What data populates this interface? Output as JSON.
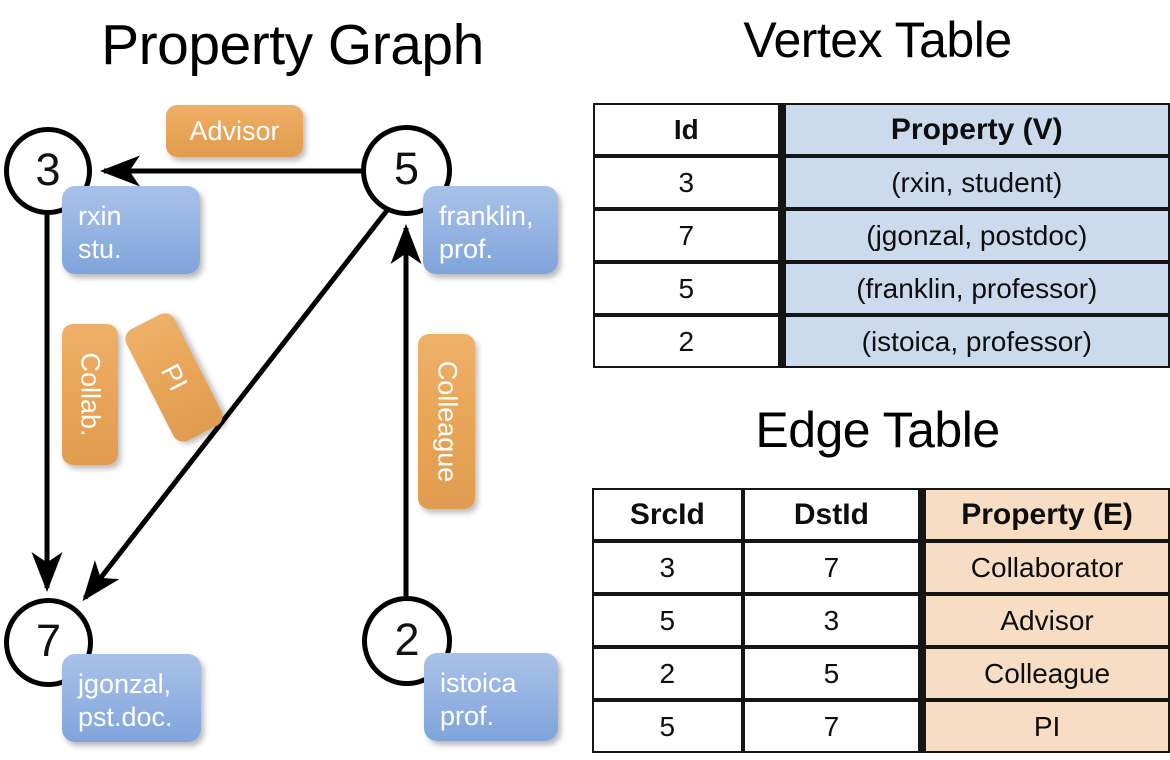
{
  "graph": {
    "title": "Property Graph",
    "vertices": [
      {
        "id": "3",
        "property": "rxin\nstu."
      },
      {
        "id": "5",
        "property": "franklin,\nprof."
      },
      {
        "id": "7",
        "property": "jgonzal,\npst.doc."
      },
      {
        "id": "2",
        "property": "istoica\nprof."
      }
    ],
    "vertex_labels": {
      "v3": "3",
      "v5": "5",
      "v7": "7",
      "v2": "2"
    },
    "property_boxes": {
      "rxin_line1": "rxin",
      "rxin_line2": "stu.",
      "franklin_line1": "franklin,",
      "franklin_line2": "prof.",
      "jgonzal_line1": "jgonzal,",
      "jgonzal_line2": "pst.doc.",
      "istoica_line1": "istoica",
      "istoica_line2": "prof."
    },
    "edge_labels": {
      "advisor": "Advisor",
      "collab": "Collab.",
      "pi": "PI",
      "colleague": "Colleague"
    },
    "edges": [
      {
        "src": "5",
        "dst": "3",
        "label": "Advisor"
      },
      {
        "src": "3",
        "dst": "7",
        "label": "Collab."
      },
      {
        "src": "5",
        "dst": "7",
        "label": "PI"
      },
      {
        "src": "2",
        "dst": "5",
        "label": "Colleague"
      }
    ]
  },
  "vertex_table": {
    "title": "Vertex Table",
    "headers": [
      "Id",
      "Property (V)"
    ],
    "rows": [
      {
        "id": "3",
        "property": "(rxin, student)"
      },
      {
        "id": "7",
        "property": "(jgonzal, postdoc)"
      },
      {
        "id": "5",
        "property": "(franklin, professor)"
      },
      {
        "id": "2",
        "property": "(istoica, professor)"
      }
    ]
  },
  "edge_table": {
    "title": "Edge Table",
    "headers": [
      "SrcId",
      "DstId",
      "Property (E)"
    ],
    "rows": [
      {
        "src": "3",
        "dst": "7",
        "property": "Collaborator"
      },
      {
        "src": "5",
        "dst": "3",
        "property": "Advisor"
      },
      {
        "src": "2",
        "dst": "5",
        "property": "Colleague"
      },
      {
        "src": "5",
        "dst": "7",
        "property": "PI"
      }
    ]
  },
  "colors": {
    "vertex_property_blue": "#9ab7e4",
    "edge_label_orange": "#e9a659",
    "vertex_table_highlight": "#ccdaee",
    "edge_table_highlight": "#f7ddc3",
    "stroke": "#000000"
  }
}
